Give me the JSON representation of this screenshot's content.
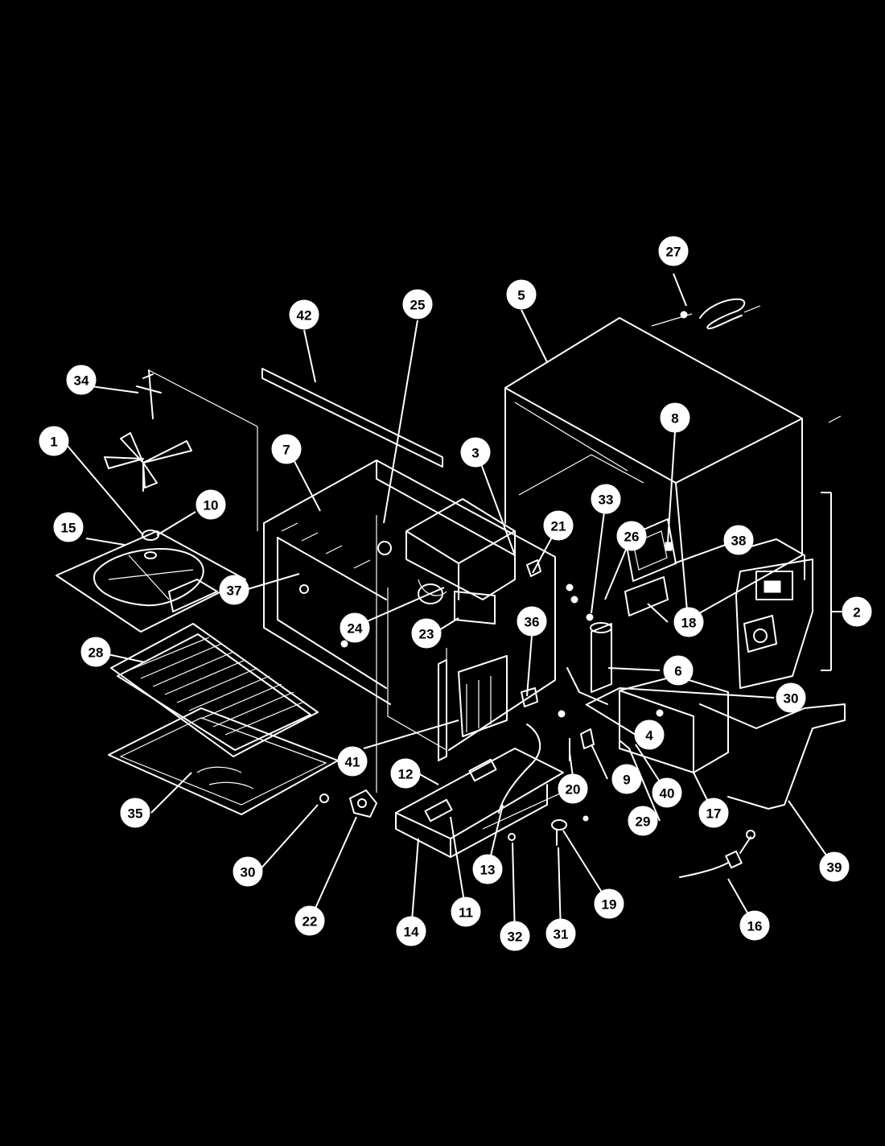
{
  "diagram": {
    "background": "#000000",
    "line_color": "#ffffff",
    "callouts": [
      {
        "label": "1"
      },
      {
        "label": "2"
      },
      {
        "label": "3"
      },
      {
        "label": "4"
      },
      {
        "label": "5"
      },
      {
        "label": "6"
      },
      {
        "label": "7"
      },
      {
        "label": "8"
      },
      {
        "label": "9"
      },
      {
        "label": "10"
      },
      {
        "label": "11"
      },
      {
        "label": "12"
      },
      {
        "label": "13"
      },
      {
        "label": "14"
      },
      {
        "label": "15"
      },
      {
        "label": "16"
      },
      {
        "label": "17"
      },
      {
        "label": "18"
      },
      {
        "label": "19"
      },
      {
        "label": "20"
      },
      {
        "label": "21"
      },
      {
        "label": "22"
      },
      {
        "label": "23"
      },
      {
        "label": "24"
      },
      {
        "label": "25"
      },
      {
        "label": "26"
      },
      {
        "label": "27"
      },
      {
        "label": "28"
      },
      {
        "label": "29"
      },
      {
        "label": "30"
      },
      {
        "label": "30"
      },
      {
        "label": "31"
      },
      {
        "label": "32"
      },
      {
        "label": "33"
      },
      {
        "label": "34"
      },
      {
        "label": "35"
      },
      {
        "label": "36"
      },
      {
        "label": "37"
      },
      {
        "label": "38"
      },
      {
        "label": "39"
      },
      {
        "label": "40"
      },
      {
        "label": "41"
      },
      {
        "label": "42"
      }
    ]
  }
}
